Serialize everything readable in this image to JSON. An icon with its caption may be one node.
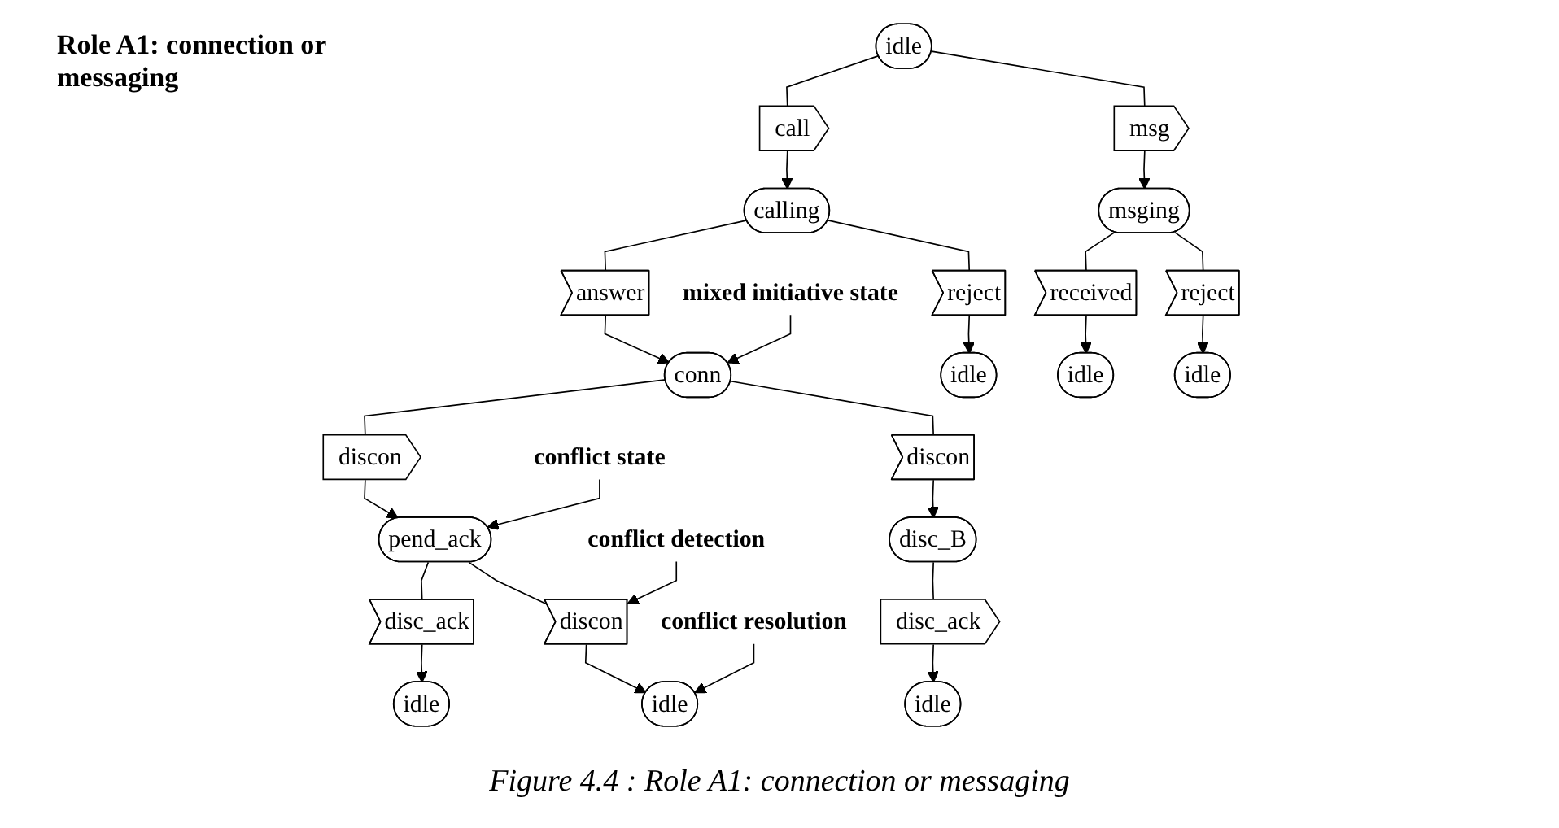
{
  "diagram": {
    "title": "Role A1: connection or messaging",
    "caption": "Figure 4.4 :  Role A1: connection or messaging",
    "nodes": [
      {
        "text": [
          "idle"
        ]
      },
      {
        "text": [
          "call"
        ]
      },
      {
        "text": [
          "msg"
        ]
      },
      {
        "text": [
          "calling"
        ]
      },
      {
        "text": [
          "msging"
        ]
      },
      {
        "text": [
          "answer"
        ]
      },
      {
        "text": [
          "reject"
        ]
      },
      {
        "text": [
          "received"
        ]
      },
      {
        "text": [
          "reject"
        ]
      },
      {
        "text": [
          "conn"
        ]
      },
      {
        "text": [
          "idle"
        ]
      },
      {
        "text": [
          "idle"
        ]
      },
      {
        "text": [
          "idle"
        ]
      },
      {
        "text": [
          "discon"
        ]
      },
      {
        "text": [
          "discon"
        ]
      },
      {
        "text": [
          "pend_ack"
        ]
      },
      {
        "text": [
          "disc_B"
        ]
      },
      {
        "text": [
          "disc_ack"
        ]
      },
      {
        "text": [
          "discon"
        ]
      },
      {
        "text": [
          "disc_ack"
        ]
      },
      {
        "text": [
          "idle"
        ]
      },
      {
        "text": [
          "idle"
        ]
      },
      {
        "text": [
          "idle"
        ]
      },
      {
        "text": [
          "mixed initiative state"
        ]
      },
      {
        "text": [
          "conflict state"
        ]
      },
      {
        "text": [
          "conflict detection"
        ]
      },
      {
        "text": [
          "conflict resolution"
        ]
      }
    ],
    "edges": [
      {
        "from": 0,
        "to": 1,
        "arrow": "none"
      },
      {
        "from": 0,
        "to": 2,
        "arrow": "none"
      },
      {
        "from": 1,
        "to": 3,
        "arrow": "to"
      },
      {
        "from": 2,
        "to": 4,
        "arrow": "to"
      },
      {
        "from": 3,
        "to": 5,
        "arrow": "none"
      },
      {
        "from": 3,
        "to": 6,
        "arrow": "none"
      },
      {
        "from": 4,
        "to": 7,
        "arrow": "none"
      },
      {
        "from": 4,
        "to": 8,
        "arrow": "none"
      },
      {
        "from": 5,
        "to": 9,
        "arrow": "to"
      },
      {
        "from": 6,
        "to": 10,
        "arrow": "to"
      },
      {
        "from": 7,
        "to": 11,
        "arrow": "to"
      },
      {
        "from": 8,
        "to": 12,
        "arrow": "to"
      },
      {
        "from": 9,
        "to": 13,
        "arrow": "none"
      },
      {
        "from": 9,
        "to": 14,
        "arrow": "none"
      },
      {
        "from": 13,
        "to": 15,
        "arrow": "to"
      },
      {
        "from": 14,
        "to": 16,
        "arrow": "to"
      },
      {
        "from": 15,
        "to": 17,
        "arrow": "none"
      },
      {
        "from": 15,
        "to": 18,
        "arrow": "none"
      },
      {
        "from": 16,
        "to": 19,
        "arrow": "none"
      },
      {
        "from": 17,
        "to": 20,
        "arrow": "to"
      },
      {
        "from": 18,
        "to": 21,
        "arrow": "to"
      },
      {
        "from": 19,
        "to": 22,
        "arrow": "to"
      },
      {
        "from": 23,
        "to": 9,
        "arrow": "to"
      },
      {
        "from": 24,
        "to": 15,
        "arrow": "to"
      },
      {
        "from": 25,
        "to": 18,
        "arrow": "to"
      },
      {
        "from": 26,
        "to": 21,
        "arrow": "to"
      }
    ]
  }
}
